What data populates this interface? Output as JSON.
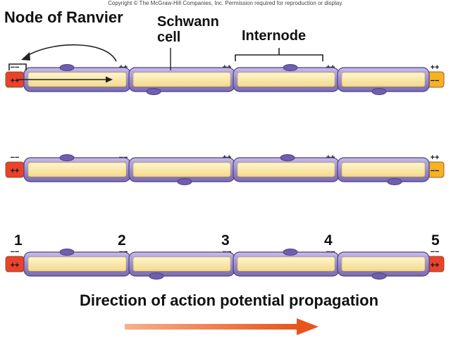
{
  "copyright": "Copyright © The McGraw-Hill Companies, Inc. Permission required for reproduction or display.",
  "labels": {
    "node_of_ranvier": "Node of Ranvier",
    "schwann_line1": "Schwann",
    "schwann_line2": "cell",
    "internode": "Internode",
    "direction": "Direction of action potential propagation"
  },
  "node_numbers": [
    "1",
    "2",
    "3",
    "4",
    "5"
  ],
  "charges": {
    "plus": "++",
    "minus": "−−"
  },
  "rows": [
    {
      "active_nodes": [
        1
      ]
    },
    {
      "active_nodes": [
        1,
        2
      ]
    },
    {
      "active_nodes": [
        1,
        2,
        3,
        4,
        5
      ]
    }
  ],
  "colors": {
    "axon_inner": "#fbe8a6",
    "node_active": "#e8432c",
    "node_resting": "#f4b224",
    "myelin": "#a497cf",
    "myelin_edge": "#4e3e86",
    "direction_arrow": "#e8541c"
  }
}
